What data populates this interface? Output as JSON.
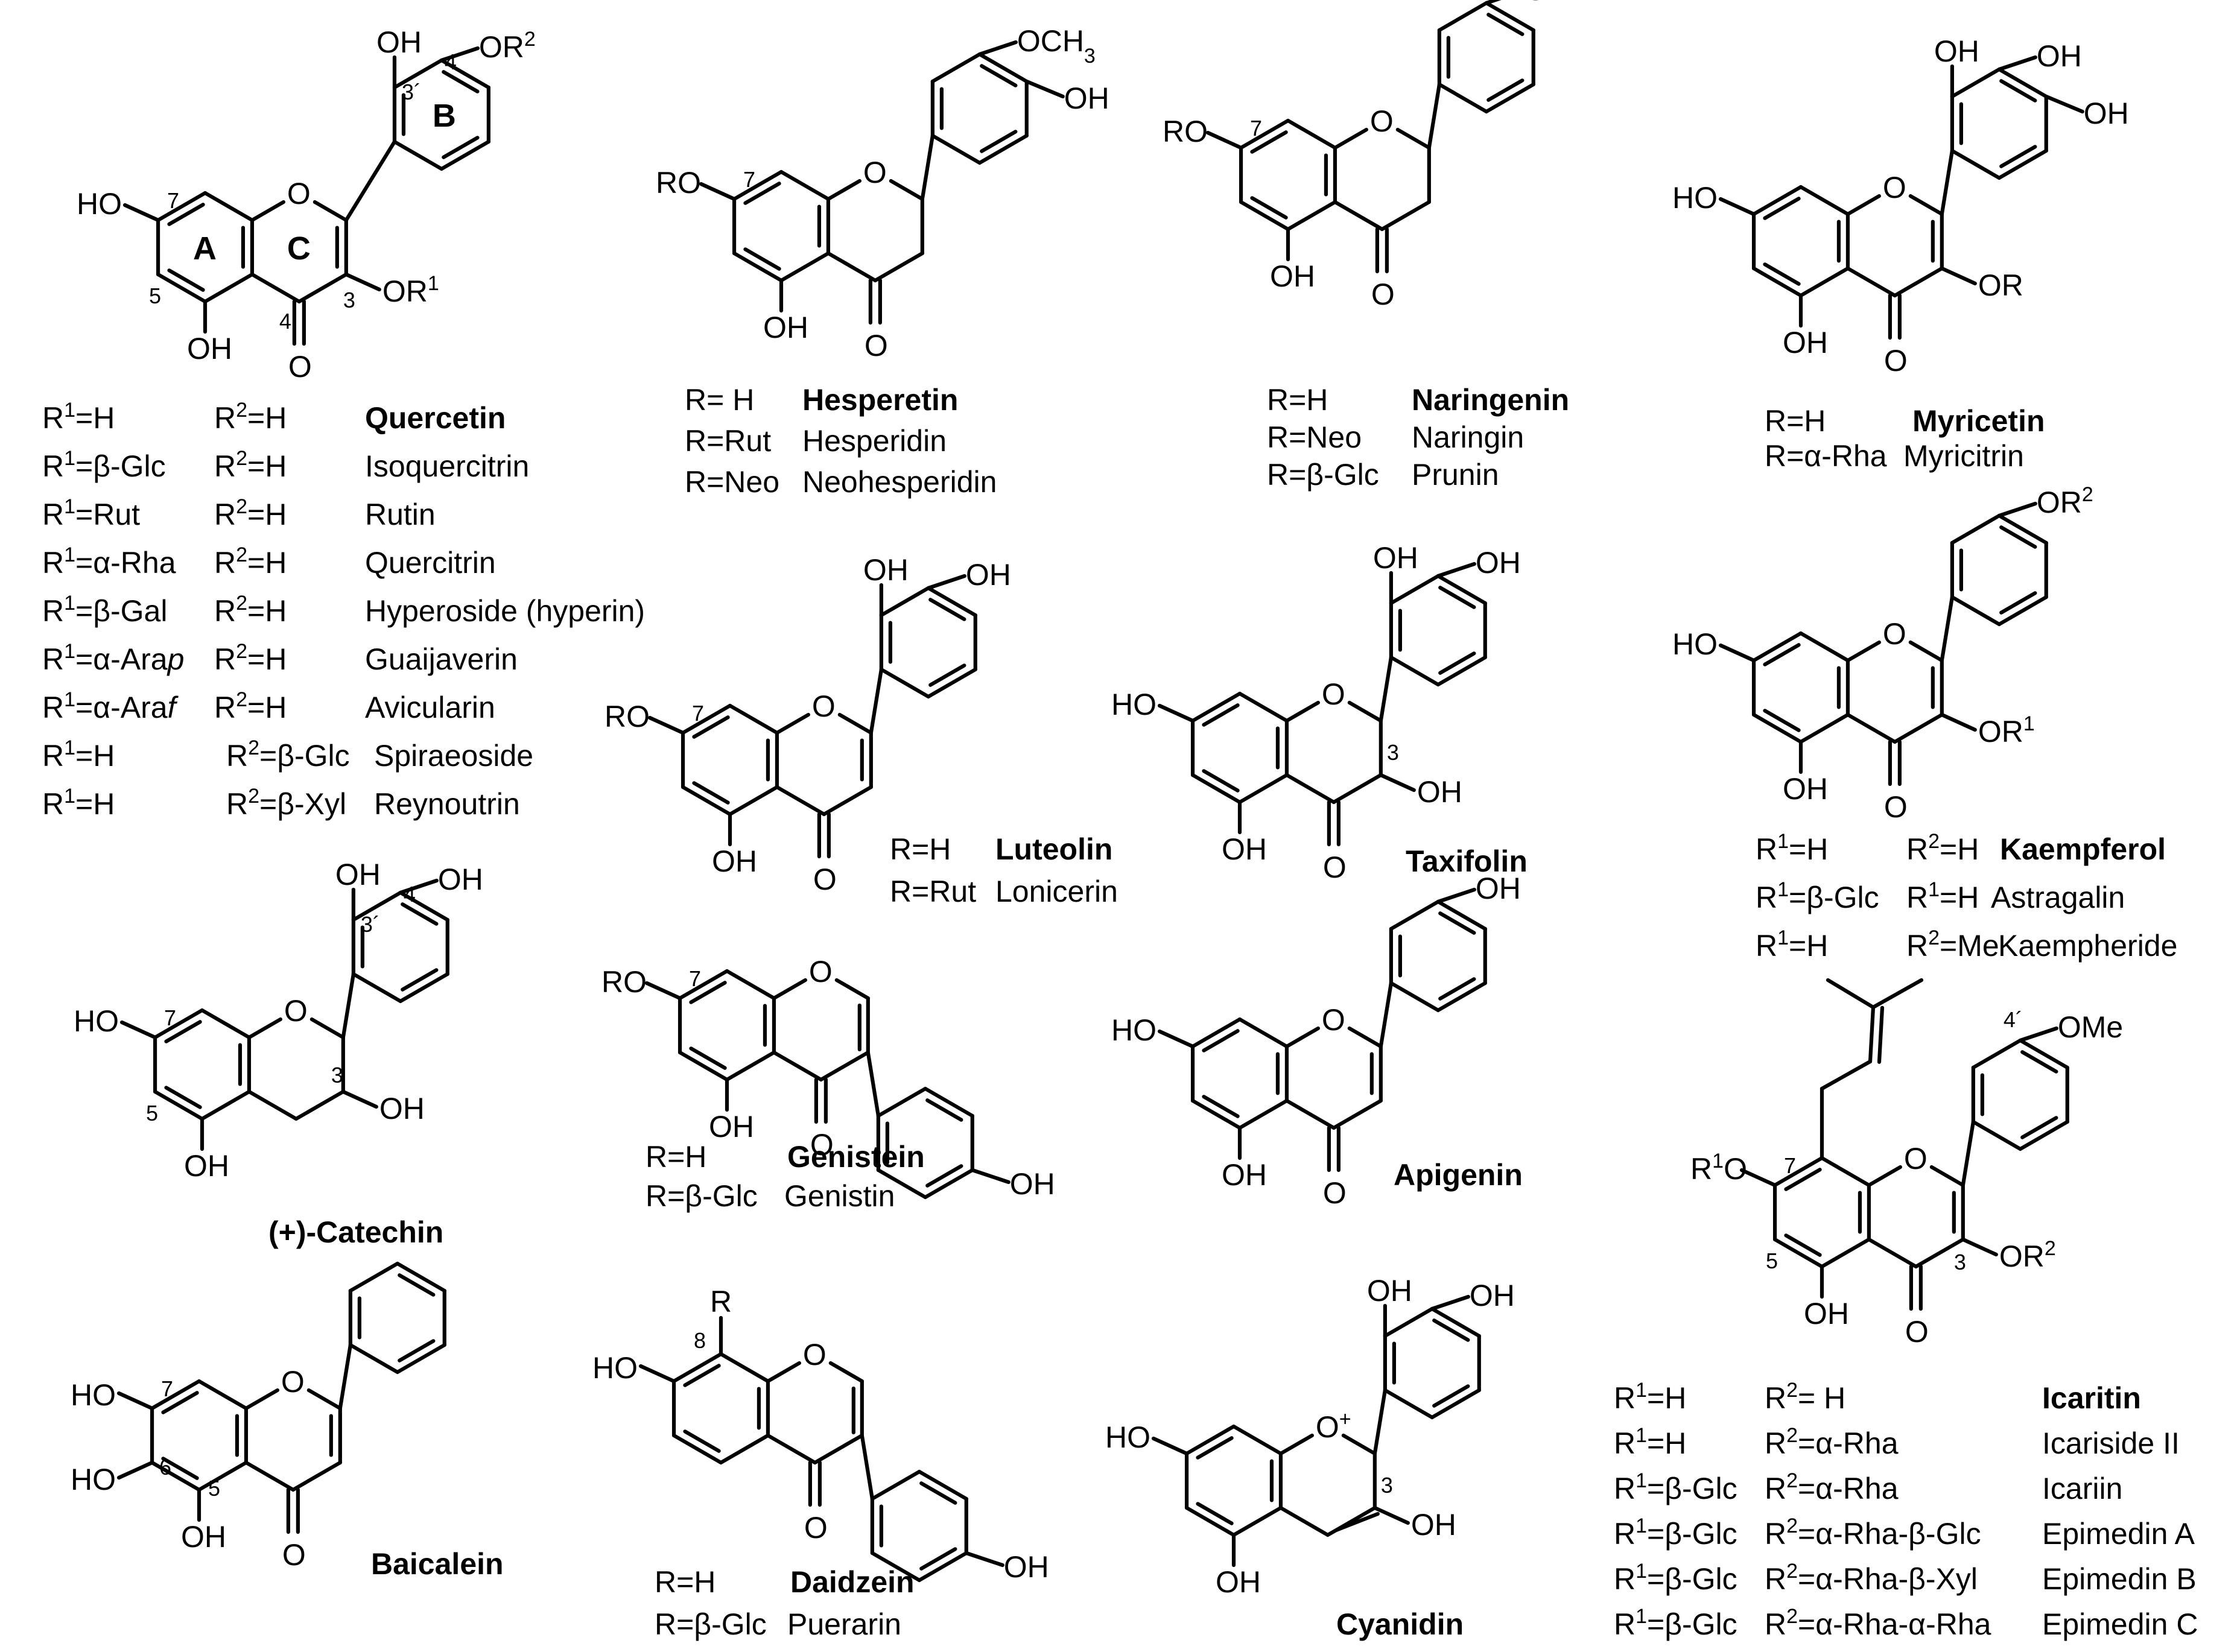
{
  "colors": {
    "ink": "#000000",
    "background": "#ffffff"
  },
  "compounds": [
    {
      "id": "quercetin",
      "name": "Quercetin",
      "atoms": {
        "oh3p": "OH",
        "or2": "OR",
        "or2_sup": "2",
        "ho7": "HO",
        "or1": "OR",
        "or1_sup": "1",
        "oh5": "OH",
        "o1": "O",
        "o4": "O"
      },
      "locants": {
        "n7": "7",
        "n3p": "3´",
        "n4p": "4´",
        "n5": "5",
        "n4": "4",
        "n3": "3"
      },
      "rings": {
        "a": "A",
        "b": "B",
        "c": "C"
      },
      "rows": [
        {
          "r1": "=H",
          "r2": "=H",
          "name": "Quercetin"
        },
        {
          "r1": "=β-Glc",
          "r2": "=H",
          "name": "Isoquercitrin"
        },
        {
          "r1": "=Rut",
          "r2": "=H",
          "name": "Rutin"
        },
        {
          "r1": "=α-Rha",
          "r2": "=H",
          "name": "Quercitrin"
        },
        {
          "r1": "=β-Gal",
          "r2": "=H",
          "name": "Hyperoside (hyperin)"
        },
        {
          "r1": "=α-Ara",
          "r1_it": "p",
          "r2": "=H",
          "name": "Guaijaverin"
        },
        {
          "r1": "=α-Ara",
          "r1_it": "f",
          "r2": "=H",
          "name": "Avicularin"
        },
        {
          "r1": "=H",
          "r2": "=β-Glc",
          "name": "Spiraeoside"
        },
        {
          "r1": "=H",
          "r2": "=β-Xyl",
          "name": "Reynoutrin"
        }
      ]
    },
    {
      "id": "hesperetin",
      "name": "Hesperetin",
      "atoms": {
        "ro": "RO",
        "och3": "OCH",
        "och3_sub": "3",
        "oh": "OH",
        "oh5": "OH",
        "o1": "O",
        "o4": "O"
      },
      "locants": {
        "n7": "7"
      },
      "rows": [
        {
          "r": "R= H",
          "name": "Hesperetin"
        },
        {
          "r": "R=Rut",
          "name": "Hesperidin"
        },
        {
          "r": "R=Neo",
          "name": "Neohesperidin"
        }
      ]
    },
    {
      "id": "naringenin",
      "name": "Naringenin",
      "atoms": {
        "ro": "RO",
        "oh4p": "OH",
        "oh5": "OH",
        "o1": "O",
        "o4": "O"
      },
      "locants": {
        "n7": "7"
      },
      "rows": [
        {
          "r": "R=H",
          "name": "Naringenin"
        },
        {
          "r": "R=Neo",
          "name": "Naringin"
        },
        {
          "r": "R=β-Glc",
          "name": "Prunin"
        }
      ]
    },
    {
      "id": "myricetin",
      "name": "Myricetin",
      "atoms": {
        "oh3p": "OH",
        "oh4p": "OH",
        "oh5p": "OH",
        "ho7": "HO",
        "or": "OR",
        "oh5": "OH",
        "o1": "O",
        "o4": "O"
      },
      "rows": [
        {
          "r": "R=H",
          "name": "Myricetin"
        },
        {
          "r": "R=α-Rha",
          "name": "Myricitrin"
        }
      ]
    },
    {
      "id": "luteolin",
      "name": "Luteolin",
      "atoms": {
        "ro": "RO",
        "oh3p": "OH",
        "oh4p": "OH",
        "oh5": "OH",
        "o1": "O",
        "o4": "O"
      },
      "locants": {
        "n7": "7"
      },
      "rows": [
        {
          "r": "R=H",
          "name": "Luteolin"
        },
        {
          "r": "R=Rut",
          "name": "Lonicerin"
        }
      ]
    },
    {
      "id": "taxifolin",
      "name": "Taxifolin",
      "atoms": {
        "ho7": "HO",
        "oh3p": "OH",
        "oh4p": "OH",
        "oh3": "OH",
        "oh5": "OH",
        "o1": "O",
        "o4": "O"
      },
      "locants": {
        "n3": "3"
      }
    },
    {
      "id": "kaempferol",
      "name": "Kaempferol",
      "atoms": {
        "or2": "OR",
        "or2_sup": "2",
        "ho7": "HO",
        "or1": "OR",
        "or1_sup": "1",
        "oh5": "OH",
        "o1": "O",
        "o4": "O"
      },
      "rows": [
        {
          "a": "R",
          "a_sup": "1",
          "a_val": "=H",
          "b": "R",
          "b_sup": "2",
          "b_val": "=H",
          "name": "Kaempferol"
        },
        {
          "a": "R",
          "a_sup": "1",
          "a_val": "=β-Glc",
          "b": "R",
          "b_sup": "1",
          "b_val": "=H",
          "name": "Astragalin"
        },
        {
          "a": "R",
          "a_sup": "1",
          "a_val": "=H",
          "b": "R",
          "b_sup": "2",
          "b_val": "=Me",
          "name": "Kaempheride"
        }
      ]
    },
    {
      "id": "catechin",
      "name": "(+)-Catechin",
      "atoms": {
        "ho7": "HO",
        "oh3p": "OH",
        "oh4p": "OH",
        "oh3": "OH",
        "oh5": "OH",
        "o1": "O"
      },
      "locants": {
        "n7": "7",
        "n3p": "3´",
        "n4p": "4´",
        "n3": "3",
        "n5": "5"
      }
    },
    {
      "id": "genistein",
      "name": "Genistein",
      "atoms": {
        "ro": "RO",
        "oh5": "OH",
        "o4": "O",
        "o1": "O",
        "oh4p": "OH"
      },
      "locants": {
        "n7": "7"
      },
      "rows": [
        {
          "r": "R=H",
          "name": "Genistein"
        },
        {
          "r": "R=β-Glc",
          "name": "Genistin"
        }
      ]
    },
    {
      "id": "apigenin",
      "name": "Apigenin",
      "atoms": {
        "ho7": "HO",
        "oh4p": "OH",
        "oh5": "OH",
        "o1": "O",
        "o4": "O"
      }
    },
    {
      "id": "icaritin",
      "name": "Icaritin",
      "atoms": {
        "r1o": "R",
        "r1o_sup": "1",
        "r1o_tail": "O",
        "ome": "OMe",
        "or2": "OR",
        "or2_sup": "2",
        "oh5": "OH",
        "o1": "O",
        "o4": "O"
      },
      "locants": {
        "n4p": "4´",
        "n7": "7",
        "n5": "5",
        "n3": "3"
      },
      "rows": [
        {
          "r1": "=H",
          "r2": "= H",
          "name": "Icaritin"
        },
        {
          "r1": "=H",
          "r2": "=α-Rha",
          "name": "Icariside II"
        },
        {
          "r1": "=β-Glc",
          "r2": "=α-Rha",
          "name": "Icariin"
        },
        {
          "r1": "=β-Glc",
          "r2": "=α-Rha-β-Glc",
          "name": "Epimedin A"
        },
        {
          "r1": "=β-Glc",
          "r2": "=α-Rha-β-Xyl",
          "name": "Epimedin B"
        },
        {
          "r1": "=β-Glc",
          "r2": "=α-Rha-α-Rha",
          "name": "Epimedin C"
        }
      ]
    },
    {
      "id": "baicalein",
      "name": "Baicalein",
      "atoms": {
        "ho7": "HO",
        "ho6": "HO",
        "oh5": "OH",
        "o1": "O",
        "o4": "O"
      },
      "locants": {
        "n7": "7",
        "n6": "6",
        "n5": "5"
      }
    },
    {
      "id": "daidzein",
      "name": "Daidzein",
      "atoms": {
        "r8": "R",
        "ho7": "HO",
        "o1": "O",
        "o4": "O",
        "oh4p": "OH"
      },
      "locants": {
        "n8": "8"
      },
      "rows": [
        {
          "r": "R=H",
          "name": "Daidzein"
        },
        {
          "r": "R=β-Glc",
          "name": "Puerarin"
        }
      ]
    },
    {
      "id": "cyanidin",
      "name": "Cyanidin",
      "atoms": {
        "oh3p": "OH",
        "oh4p": "OH",
        "ho7": "HO",
        "o1": "O",
        "o1_charge": "+",
        "oh3": "OH",
        "oh5": "OH"
      },
      "locants": {
        "n3": "3"
      }
    }
  ]
}
